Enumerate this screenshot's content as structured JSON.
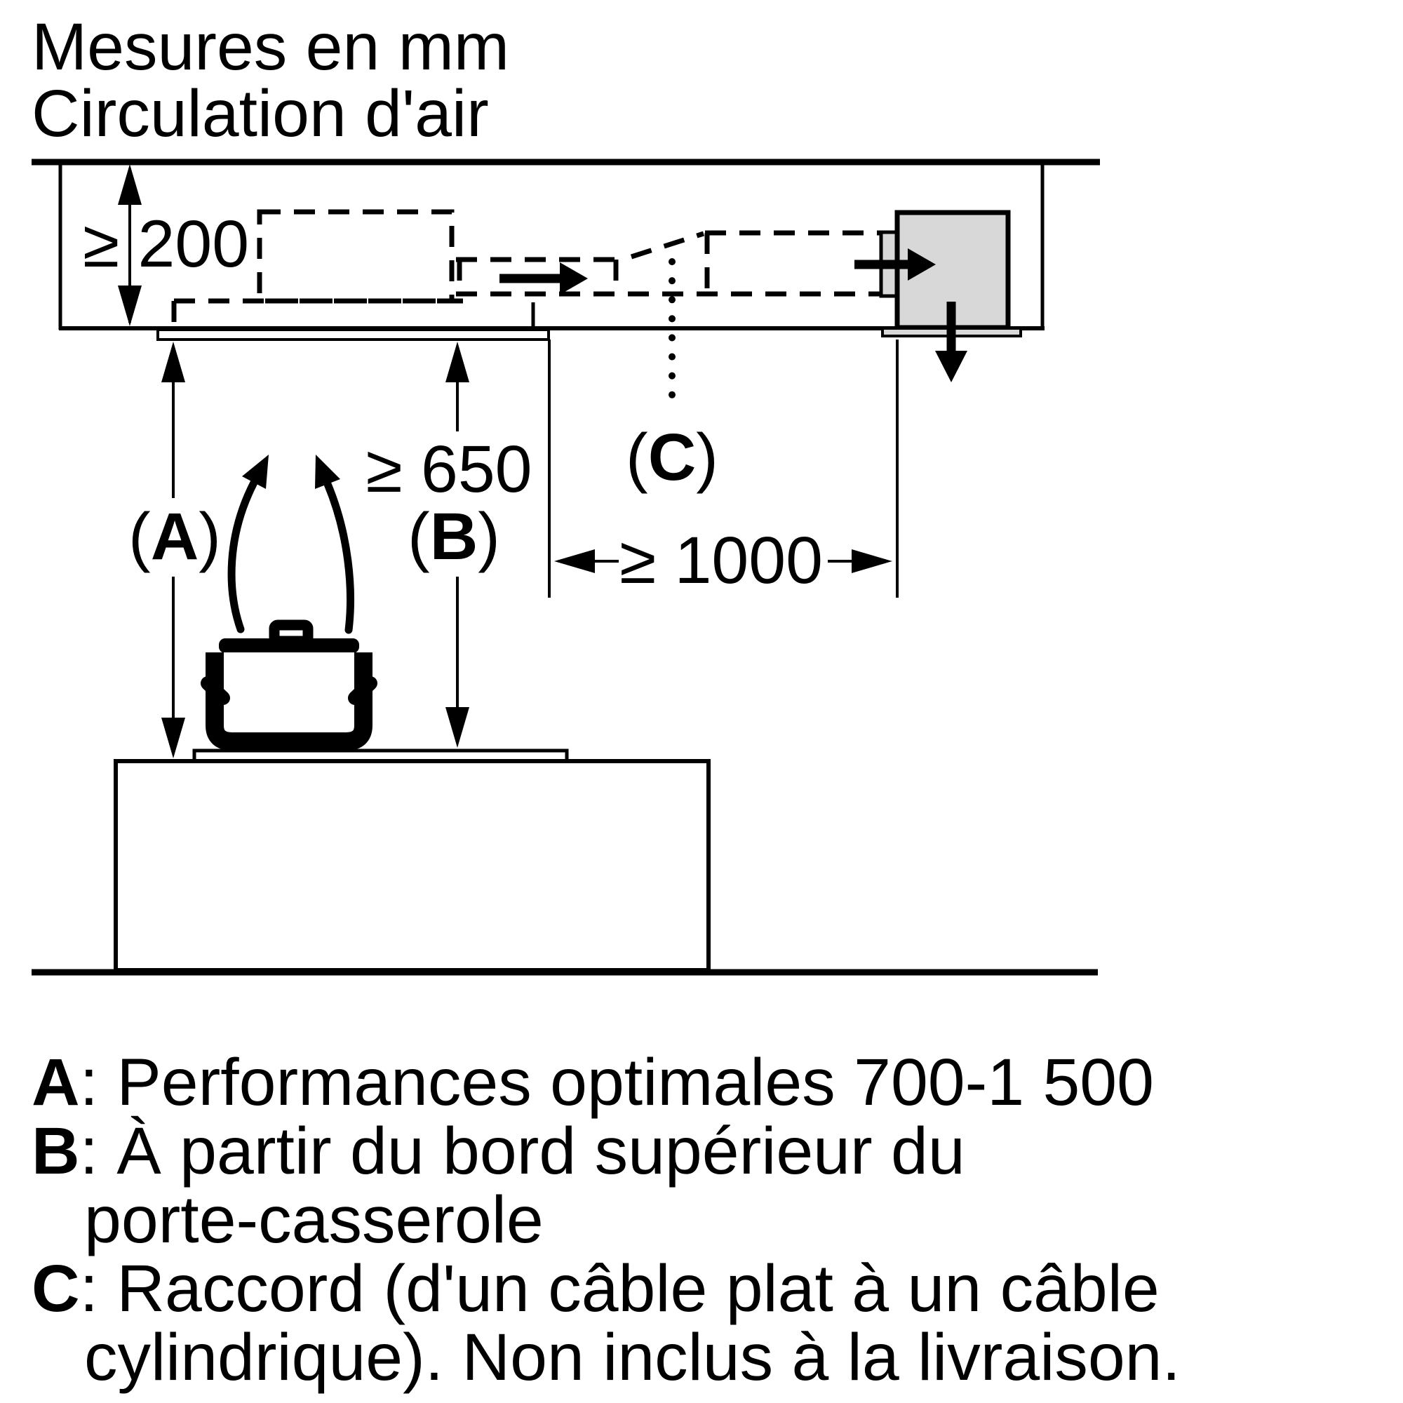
{
  "title": {
    "line1": "Mesures en mm",
    "line2": "Circulation d'air"
  },
  "dimensions": {
    "ceiling_clearance": "≥ 200",
    "hob_clearance": "≥ 650",
    "outlet_distance": "≥ 1000",
    "label_a": {
      "open": "(",
      "letter": "A",
      "close": ")"
    },
    "label_b": {
      "open": "(",
      "letter": "B",
      "close": ")"
    },
    "label_c": {
      "open": "(",
      "letter": "C",
      "close": ")"
    }
  },
  "legend": {
    "rows": [
      {
        "letter": "A",
        "text": ": Performances optimales 700-1 500"
      },
      {
        "letter": "B",
        "text": ": À partir du bord supérieur du",
        "text2": "porte-casserole"
      },
      {
        "letter": "C",
        "text": ": Raccord (d'un câble plat à un câble",
        "text2": "cylindrique). Non inclus à la livraison."
      }
    ]
  },
  "colors": {
    "line": "#000000",
    "unit_fill": "#d8d8d8",
    "background": "#ffffff"
  }
}
